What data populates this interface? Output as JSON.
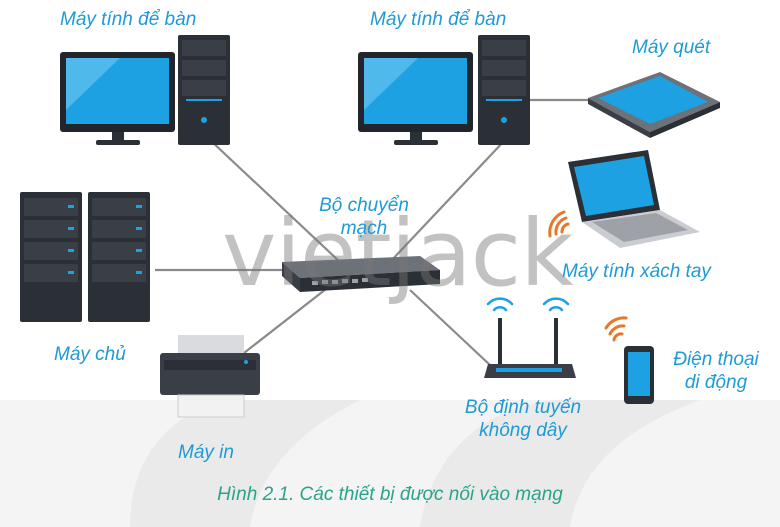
{
  "labels": {
    "desktop_left": "Máy tính để bàn",
    "desktop_right": "Máy tính để bàn",
    "scanner": "Máy quét",
    "switch_line1": "Bộ chuyển",
    "switch_line2": "mạch",
    "laptop": "Máy tính xách tay",
    "server": "Máy chủ",
    "printer": "Máy in",
    "router_line1": "Bộ định tuyến",
    "router_line2": "không dây",
    "phone_line1": "Điện thoại",
    "phone_line2": "di động"
  },
  "caption": "Hình 2.1. Các thiết bị được nối vào mạng",
  "watermark": "vietjack",
  "colors": {
    "label": "#1e9ad6",
    "caption": "#2aa38c",
    "screen": "#1da1e2",
    "device_dark": "#2b2f36",
    "wifi": "#e8772a",
    "cable": "#8a8a8a"
  }
}
